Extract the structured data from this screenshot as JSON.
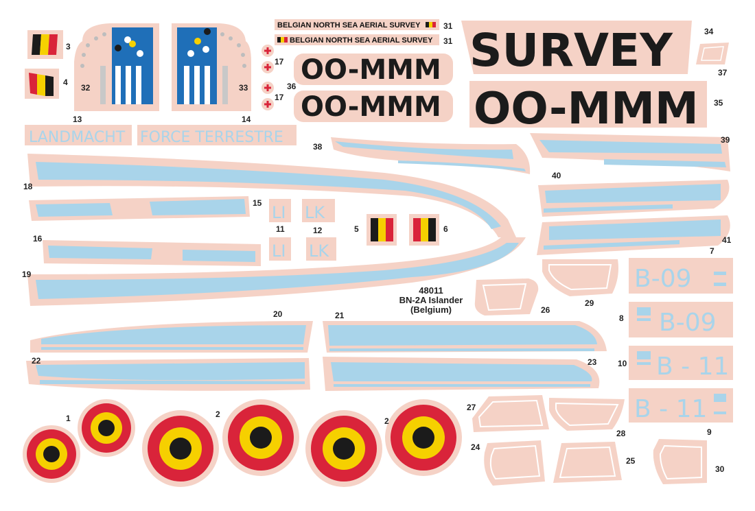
{
  "colors": {
    "backing": "#f5d2c6",
    "blue": "#a9d4ea",
    "roundel_red": "#d9243a",
    "roundel_yellow": "#f6d000",
    "black": "#1b1b1b",
    "tail_blue": "#1f6fb8"
  },
  "caption": {
    "code": "48011",
    "model": "BN-2A Islander",
    "country": "(Belgium)"
  },
  "texts": {
    "survey": "SURVEY",
    "registration_small_a": "OO-MMM",
    "registration_small_b": "OO-MMM",
    "registration_big": "OO-MMM",
    "banner_a": "BELGIAN NORTH SEA  AERIAL SURVEY",
    "banner_b": "BELGIAN NORTH SEA  AERIAL SURVEY",
    "landmacht": "LANDMACHT",
    "force_terrestre": "FORCE TERRESTRE",
    "li_top": "LI",
    "lk_top": "LK",
    "li_bottom": "LI",
    "lk_bottom": "LK",
    "serial_b09_a": "B-09",
    "serial_b09_b": "B-09",
    "serial_b11_a": "B - 11",
    "serial_b11_b": "B - 11"
  },
  "numbers": {
    "n1": "1",
    "n2a": "2",
    "n2b": "2",
    "n3": "3",
    "n4": "4",
    "n5": "5",
    "n6": "6",
    "n7": "7",
    "n8": "8",
    "n9": "9",
    "n10": "10",
    "n11": "11",
    "n12": "12",
    "n13": "13",
    "n14": "14",
    "n15": "15",
    "n16": "16",
    "n17a": "17",
    "n17b": "17",
    "n18": "18",
    "n19": "19",
    "n20": "20",
    "n21": "21",
    "n22": "22",
    "n23": "23",
    "n24": "24",
    "n25": "25",
    "n26": "26",
    "n27": "27",
    "n28": "28",
    "n29": "29",
    "n30": "30",
    "n31a": "31",
    "n31b": "31",
    "n32": "32",
    "n33": "33",
    "n34": "34",
    "n35": "35",
    "n36": "36",
    "n37": "37",
    "n38": "38",
    "n39": "39",
    "n40": "40",
    "n41": "41"
  }
}
